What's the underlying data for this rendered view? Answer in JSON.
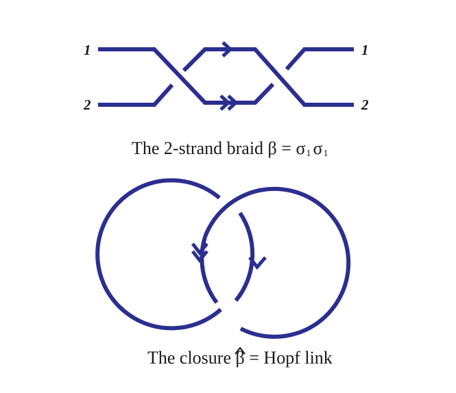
{
  "colors": {
    "strand": "#2b2f8f",
    "text": "#1a1a1a"
  },
  "braid": {
    "left_labels": [
      "1",
      "2"
    ],
    "right_labels": [
      "1",
      "2"
    ],
    "caption": {
      "prefix": "The 2-strand braid ",
      "beta": "β",
      "equals": " = ",
      "sigma1": "σ",
      "sub1": "1",
      "sigma2": "σ",
      "sub2": "1"
    }
  },
  "closure": {
    "caption": {
      "prefix": "The closure ",
      "beta": "β",
      "suffix": " = Hopf link"
    }
  }
}
